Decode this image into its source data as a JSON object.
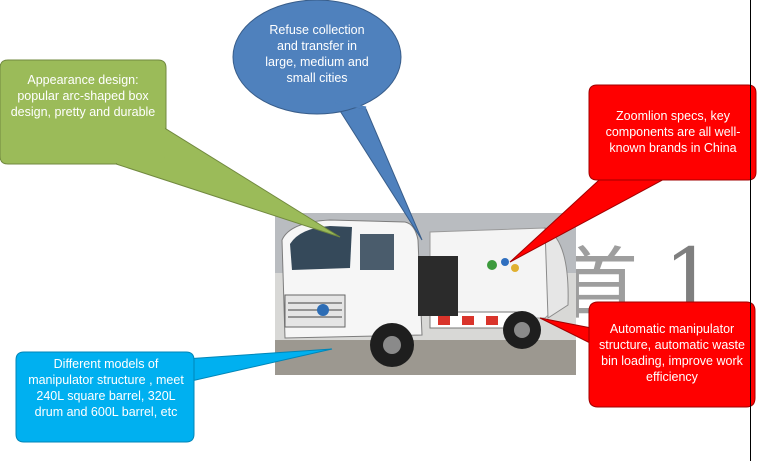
{
  "callouts": {
    "appearance": "Appearance design: popular arc-shaped box design, pretty and durable",
    "refuse": "Refuse collection and transfer in large, medium and small cities",
    "zoomlion": "Zoomlion specs, key components are all well-known brands in China",
    "manipulator": "Automatic manipulator structure, automatic waste bin loading, improve work efficiency",
    "models": "Different models of manipulator structure , meet 240L square barrel, 320L drum and 600L barrel, etc"
  },
  "background_glyphs": {
    "char": "首",
    "number": "1"
  },
  "colors": {
    "green": "#9bbb59",
    "blue": "#4f81bd",
    "red": "#ff0000",
    "cyan": "#00b0f0",
    "truck_cab": "#f2f2f2",
    "truck_stripe": "#d9342b"
  }
}
